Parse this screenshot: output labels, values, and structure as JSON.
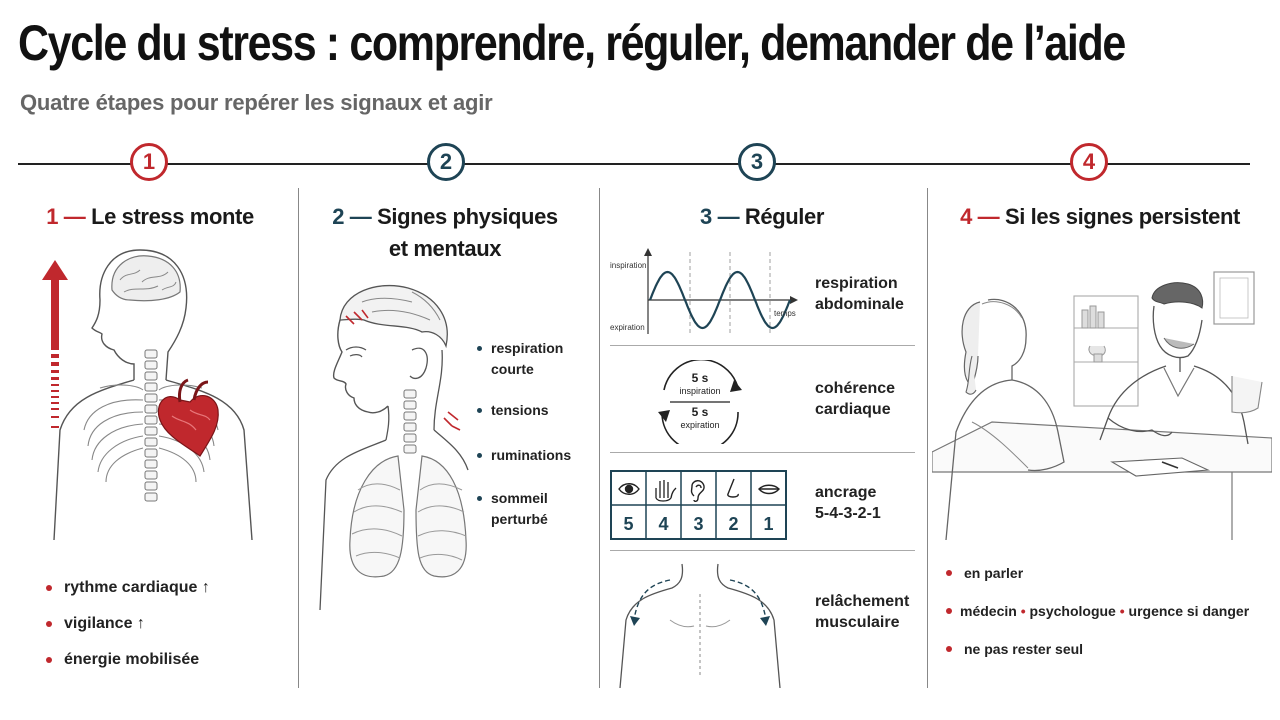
{
  "title": "Cycle du stress : comprendre, réguler, demander de l’aide",
  "subtitle": "Quatre étapes pour repérer les signaux et agir",
  "steps": [
    {
      "number": "1",
      "heading": "Le stress monte",
      "bullets": [
        "rythme cardiaque ↑",
        "vigilance ↑",
        "énergie mobilisée"
      ]
    },
    {
      "number": "2",
      "heading_line1": "Signes physiques",
      "heading_line2": "et mentaux",
      "bullets": [
        [
          "respiration",
          "courte"
        ],
        [
          "tensions"
        ],
        [
          "ruminations"
        ],
        [
          "sommeil",
          "perturbé"
        ]
      ]
    },
    {
      "number": "3",
      "heading": "Réguler",
      "techniques": [
        {
          "line1": "respiration",
          "line2": "abdominale"
        },
        {
          "line1": "cohérence",
          "line2": "cardiaque"
        },
        {
          "line1": "ancrage",
          "line2": "5-4-3-2-1"
        },
        {
          "line1": "relâchement",
          "line2": "musculaire"
        }
      ],
      "wave": {
        "y_top": "inspiration",
        "y_bottom": "expiration",
        "x": "temps"
      },
      "coherence": {
        "top_value": "5 s",
        "top_label": "inspiration",
        "bottom_value": "5 s",
        "bottom_label": "expiration"
      },
      "grounding_counts": [
        "5",
        "4",
        "3",
        "2",
        "1"
      ]
    },
    {
      "number": "4",
      "heading": "Si les signes persistent",
      "bullets": [
        [
          "en parler"
        ],
        [
          "médecin",
          "psychologue",
          "urgence si danger"
        ],
        [
          "ne pas rester seul"
        ]
      ]
    }
  ],
  "separator": "—",
  "colors": {
    "red": "#c0282d",
    "blue": "#1e4455"
  }
}
